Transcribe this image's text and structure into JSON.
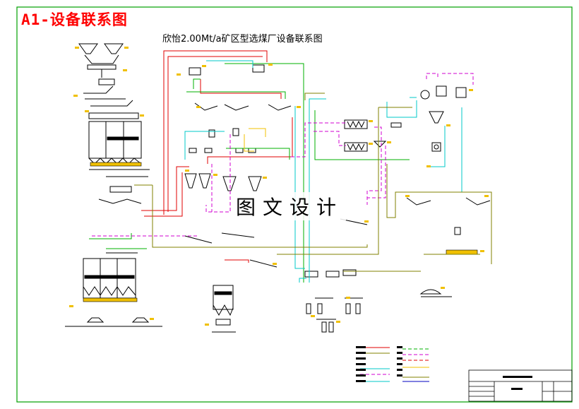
{
  "header": {
    "corner_title": "A1-设备联系图",
    "drawing_title": "欣怡2.00Mt/a矿区型选煤厂设备联系图"
  },
  "watermark": "图文设计",
  "colors": {
    "frame": "#00a000",
    "red": "#e00000",
    "green": "#00b000",
    "cyan": "#00c8c8",
    "magenta": "#d000d0",
    "olive": "#808000",
    "yellow": "#f0c000",
    "blue": "#0000c0",
    "black": "#000000"
  }
}
